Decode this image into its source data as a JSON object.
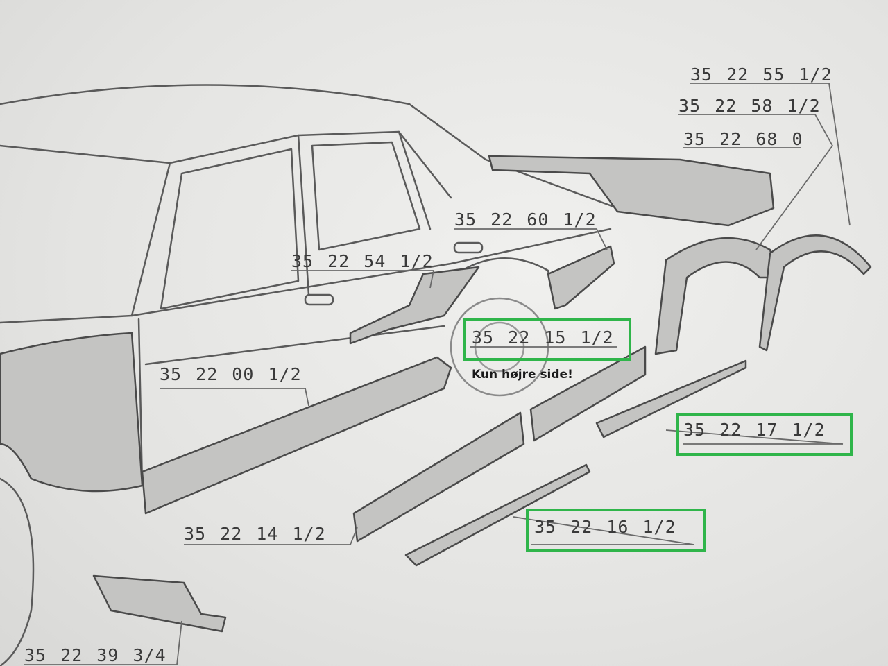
{
  "part_numbers": [
    {
      "id": "p55",
      "text": "35 22 55 1/2",
      "highlight": false
    },
    {
      "id": "p58",
      "text": "35 22 58 1/2",
      "highlight": false
    },
    {
      "id": "p68",
      "text": "35 22 68 0",
      "highlight": false
    },
    {
      "id": "p60",
      "text": "35 22 60 1/2",
      "highlight": false
    },
    {
      "id": "p54",
      "text": "35 22 54 1/2",
      "highlight": false
    },
    {
      "id": "p15",
      "text": "35 22 15 1/2",
      "highlight": true
    },
    {
      "id": "p00",
      "text": "35 22 00 1/2",
      "highlight": false
    },
    {
      "id": "p17",
      "text": "35 22 17 1/2",
      "highlight": true
    },
    {
      "id": "p14",
      "text": "35 22 14 1/2",
      "highlight": false
    },
    {
      "id": "p16",
      "text": "35 22 16 1/2",
      "highlight": true
    },
    {
      "id": "p39",
      "text": "35 22 39 3/4",
      "highlight": false
    }
  ],
  "note": "Kun højre side!",
  "colors": {
    "highlight": "#2fb54a",
    "line": "#555555",
    "part_fill": "#c9c9c7"
  }
}
